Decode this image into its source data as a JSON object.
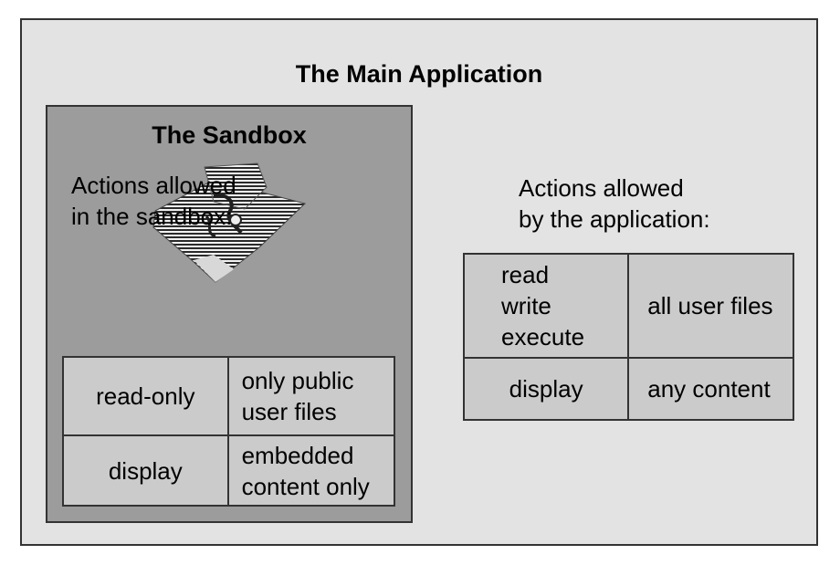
{
  "main_app": {
    "title": "The Main Application"
  },
  "sandbox": {
    "title": "The Sandbox",
    "icon": "sandbox-icon",
    "caption_line1": "Actions allowed",
    "caption_line2": "in the sandbox:",
    "table": [
      {
        "action": "read-only",
        "scope_line1": "only public",
        "scope_line2": "user files"
      },
      {
        "action": "display",
        "scope_line1": "embedded",
        "scope_line2": "content only"
      }
    ]
  },
  "application": {
    "caption_line1": "Actions allowed",
    "caption_line2": "by the application:",
    "table": [
      {
        "action_line1": "read",
        "action_line2": "write",
        "action_line3": "execute",
        "scope": "all user files"
      },
      {
        "action": "display",
        "scope": "any content"
      }
    ]
  }
}
